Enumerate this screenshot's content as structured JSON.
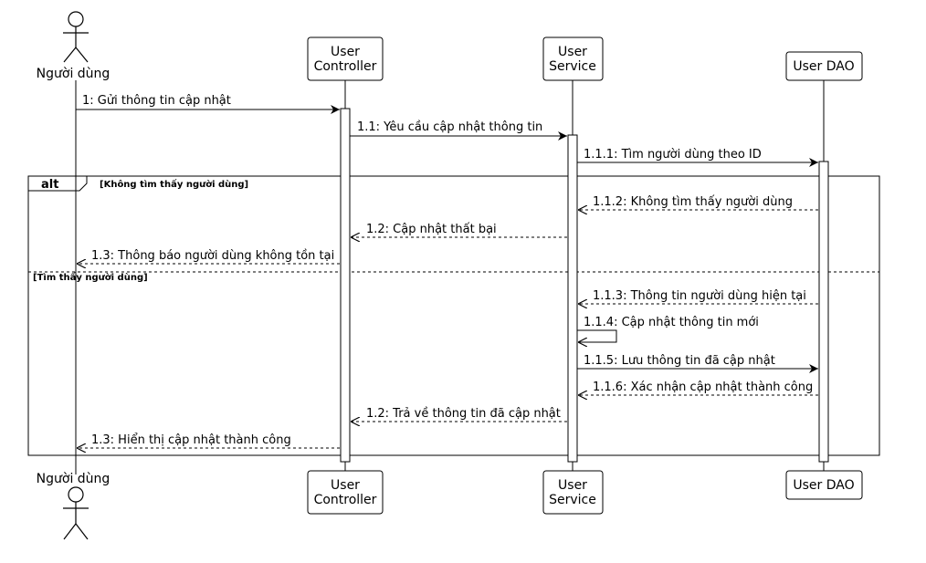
{
  "participants": {
    "user": "Người dùng",
    "controller": [
      "User",
      "Controller"
    ],
    "service": [
      "User",
      "Service"
    ],
    "dao": "User DAO"
  },
  "messages": {
    "m1": "1: Gửi thông tin cập nhật",
    "m1_1": "1.1: Yêu cầu cập nhật thông tin",
    "m1_1_1": "1.1.1: Tìm người dùng theo ID",
    "m1_1_2": "1.1.2: Không tìm thấy người dùng",
    "m1_2_fail": "1.2: Cập nhật thất bại",
    "m1_3_fail": "1.3: Thông báo người dùng không tồn tại",
    "m1_1_3": "1.1.3: Thông tin người dùng hiện tại",
    "m1_1_4": "1.1.4: Cập nhật thông tin mới",
    "m1_1_5": "1.1.5: Lưu thông tin đã cập nhật",
    "m1_1_6": "1.1.6: Xác nhận cập nhật thành công",
    "m1_2_ok": "1.2: Trả về thông tin đã cập nhật",
    "m1_3_ok": "1.3: Hiển thị cập nhật thành công"
  },
  "alt_frame": {
    "label": "alt",
    "guard_1": "[Không tìm thấy người dùng]",
    "guard_2": "[Tìm thấy người dùng]"
  }
}
